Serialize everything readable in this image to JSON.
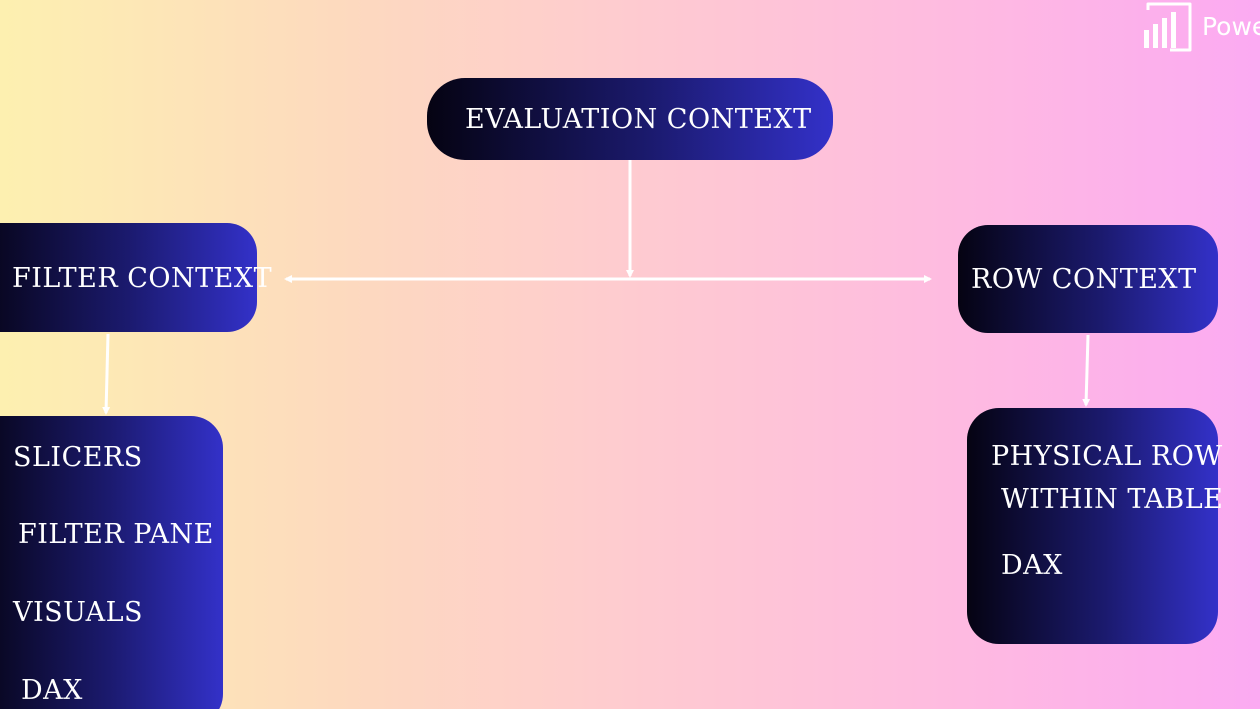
{
  "logo": {
    "text": "Powe"
  },
  "nodes": {
    "evaluation_context": "EVALUATION CONTEXT",
    "filter_context": "FILTER CONTEXT",
    "row_context": "ROW CONTEXT"
  },
  "filter_context_items": [
    "SLICERS",
    "FILTER PANE",
    "VISUALS",
    "DAX"
  ],
  "row_context_items": [
    "PHYSICAL ROW",
    "WITHIN TABLE",
    "DAX"
  ],
  "colors": {
    "box_dark": "#050312",
    "box_accent": "#3331c9",
    "connector": "#ffffff",
    "bg_left": "#fdf0b0",
    "bg_right": "#fbaaf2"
  }
}
